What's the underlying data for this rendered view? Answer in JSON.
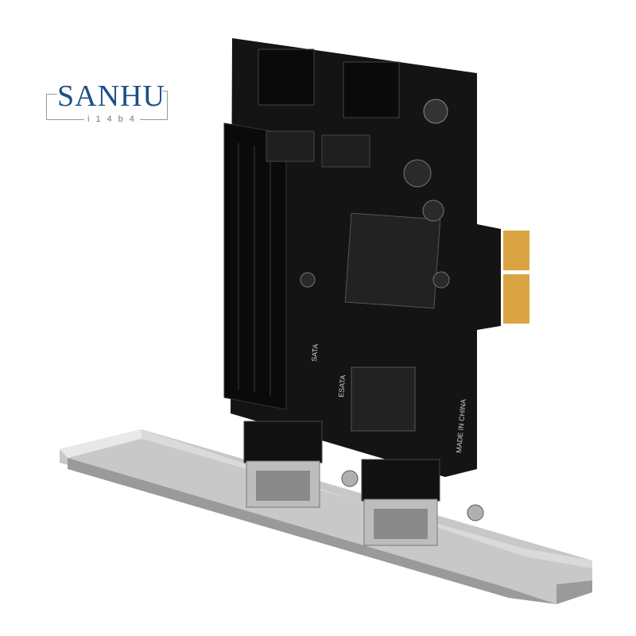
{
  "logo": {
    "name": "SANHU",
    "sub": "i14b4",
    "color": "#1d4f86"
  },
  "product": {
    "board_color": "#141414",
    "bracket_color": "#c9c9c9",
    "gold_color": "#d9a441",
    "board_text": {
      "made_in": "MADE IN CHINA",
      "sata": "SATA",
      "esata": "ESATA"
    }
  }
}
